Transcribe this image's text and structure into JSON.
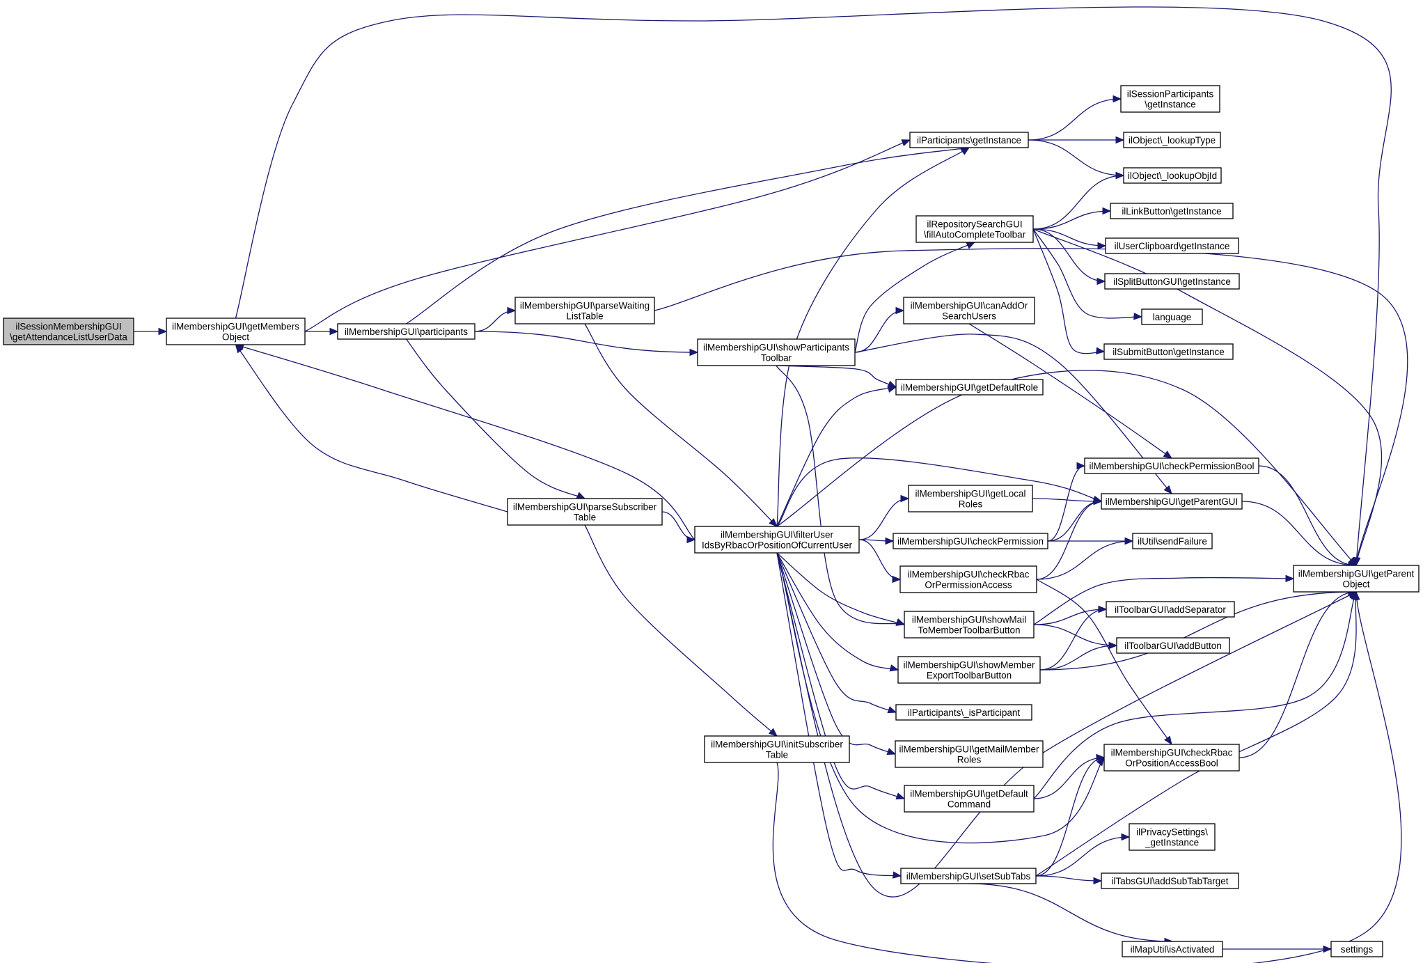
{
  "nodes": [
    {
      "id": "n0",
      "lines": [
        "ilSessionMembershipGUI",
        "\\getAttendanceListUserData"
      ],
      "root": true
    },
    {
      "id": "n1",
      "lines": [
        "ilMembershipGUI\\getMembers",
        "Object"
      ]
    },
    {
      "id": "n2",
      "lines": [
        "ilMembershipGUI\\participants"
      ]
    },
    {
      "id": "n3",
      "lines": [
        "ilMembershipGUI\\parseWaiting",
        "ListTable"
      ]
    },
    {
      "id": "n4",
      "lines": [
        "ilMembershipGUI\\parseSubscriber",
        "Table"
      ]
    },
    {
      "id": "n5",
      "lines": [
        "ilMembershipGUI\\showParticipants",
        "Toolbar"
      ]
    },
    {
      "id": "n6",
      "lines": [
        "ilMembershipGUI\\filterUser",
        "IdsByRbacOrPositionOfCurrentUser"
      ]
    },
    {
      "id": "n7",
      "lines": [
        "ilMembershipGUI\\initSubscriber",
        "Table"
      ]
    },
    {
      "id": "n8",
      "lines": [
        "ilParticipants\\getInstance"
      ]
    },
    {
      "id": "n9",
      "lines": [
        "ilRepositorySearchGUI",
        "\\fillAutoCompleteToolbar"
      ]
    },
    {
      "id": "n10",
      "lines": [
        "ilMembershipGUI\\canAddOr",
        "SearchUsers"
      ]
    },
    {
      "id": "n11",
      "lines": [
        "ilMembershipGUI\\getDefaultRole"
      ]
    },
    {
      "id": "n12",
      "lines": [
        "ilMembershipGUI\\getLocal",
        "Roles"
      ]
    },
    {
      "id": "n13",
      "lines": [
        "ilMembershipGUI\\checkPermission"
      ]
    },
    {
      "id": "n14",
      "lines": [
        "ilMembershipGUI\\checkRbac",
        "OrPermissionAccess"
      ]
    },
    {
      "id": "n15",
      "lines": [
        "ilMembershipGUI\\showMail",
        "ToMemberToolbarButton"
      ]
    },
    {
      "id": "n16",
      "lines": [
        "ilMembershipGUI\\showMember",
        "ExportToolbarButton"
      ]
    },
    {
      "id": "n17",
      "lines": [
        "ilParticipants\\_isParticipant"
      ]
    },
    {
      "id": "n18",
      "lines": [
        "ilMembershipGUI\\getMailMember",
        "Roles"
      ]
    },
    {
      "id": "n19",
      "lines": [
        "ilMembershipGUI\\getDefault",
        "Command"
      ]
    },
    {
      "id": "n20",
      "lines": [
        "ilMembershipGUI\\setSubTabs"
      ]
    },
    {
      "id": "n21",
      "lines": [
        "ilSessionParticipants",
        "\\getInstance"
      ]
    },
    {
      "id": "n22",
      "lines": [
        "ilObject\\_lookupType"
      ]
    },
    {
      "id": "n23",
      "lines": [
        "ilObject\\_lookupObjId"
      ]
    },
    {
      "id": "n24",
      "lines": [
        "ilLinkButton\\getInstance"
      ]
    },
    {
      "id": "n25",
      "lines": [
        "ilUserClipboard\\getInstance"
      ]
    },
    {
      "id": "n26",
      "lines": [
        "ilSplitButtonGUI\\getInstance"
      ]
    },
    {
      "id": "n27",
      "lines": [
        "language"
      ]
    },
    {
      "id": "n28",
      "lines": [
        "ilSubmitButton\\getInstance"
      ]
    },
    {
      "id": "n29",
      "lines": [
        "ilMembershipGUI\\checkPermissionBool"
      ]
    },
    {
      "id": "n30",
      "lines": [
        "ilMembershipGUI\\getParentGUI"
      ]
    },
    {
      "id": "n31",
      "lines": [
        "ilUtil\\sendFailure"
      ]
    },
    {
      "id": "n32",
      "lines": [
        "ilToolbarGUI\\addSeparator"
      ]
    },
    {
      "id": "n33",
      "lines": [
        "ilToolbarGUI\\addButton"
      ]
    },
    {
      "id": "n34",
      "lines": [
        "ilMembershipGUI\\checkRbac",
        "OrPositionAccessBool"
      ]
    },
    {
      "id": "n35",
      "lines": [
        "ilPrivacySettings\\",
        "_getInstance"
      ]
    },
    {
      "id": "n36",
      "lines": [
        "ilTabsGUI\\addSubTabTarget"
      ]
    },
    {
      "id": "n37",
      "lines": [
        "ilMapUtil\\isActivated"
      ]
    },
    {
      "id": "n38",
      "lines": [
        "ilMembershipGUI\\getParent",
        "Object"
      ]
    },
    {
      "id": "n39",
      "lines": [
        "settings"
      ]
    }
  ]
}
